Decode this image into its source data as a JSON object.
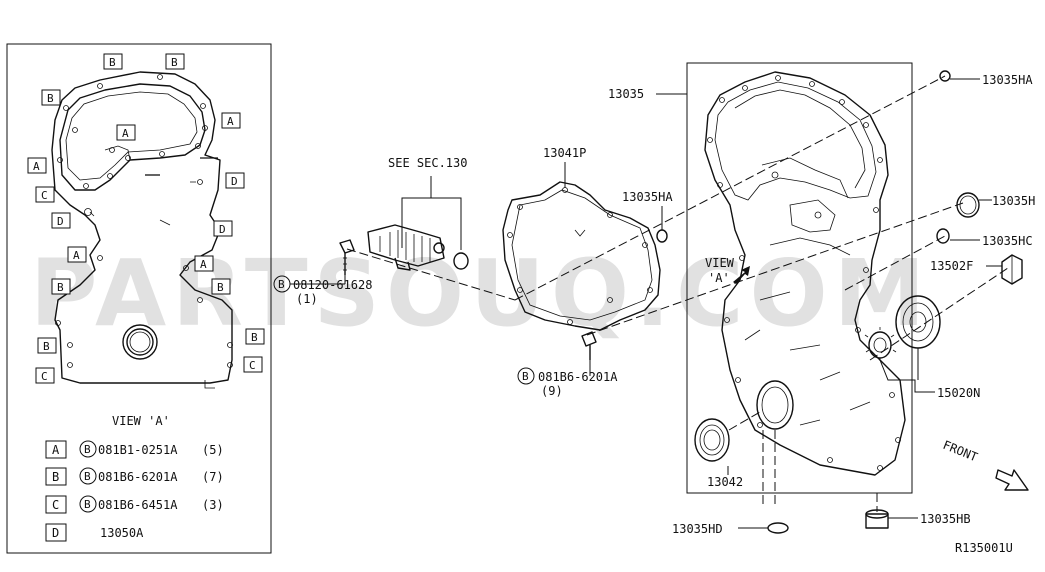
{
  "watermark": "PARTSOUQ.COM",
  "diagram_id": "R135001U",
  "left_panel": {
    "view_title": "VIEW 'A'",
    "markers": {
      "A": "A",
      "B": "B",
      "C": "C",
      "D": "D"
    },
    "legend": [
      {
        "key": "A",
        "circle": "B",
        "part": "081B1-0251A",
        "qty": "(5)"
      },
      {
        "key": "B",
        "circle": "B",
        "part": "081B6-6201A",
        "qty": "(7)"
      },
      {
        "key": "C",
        "circle": "B",
        "part": "081B6-6451A",
        "qty": "(3)"
      },
      {
        "key": "D",
        "circle": "",
        "part": "13050A",
        "qty": ""
      }
    ]
  },
  "callouts": {
    "see_sec": "SEE SEC.130",
    "p13041P": "13041P",
    "bolt1_circle": "B",
    "bolt1_part": "08120-61628",
    "bolt1_qty": "(1)",
    "bolt2_circle": "B",
    "bolt2_part": "081B6-6201A",
    "bolt2_qty": "(9)",
    "p13035HA_mid": "13035HA",
    "p13035": "13035",
    "p13035HA": "13035HA",
    "p13035H": "13035H",
    "p13035HC": "13035HC",
    "p13502F": "13502F",
    "p15020N": "15020N",
    "p13042": "13042",
    "p13035HD": "13035HD",
    "p13035HB": "13035HB",
    "view_a_line1": "VIEW",
    "view_a_line2": "'A'",
    "front": "FRONT"
  }
}
